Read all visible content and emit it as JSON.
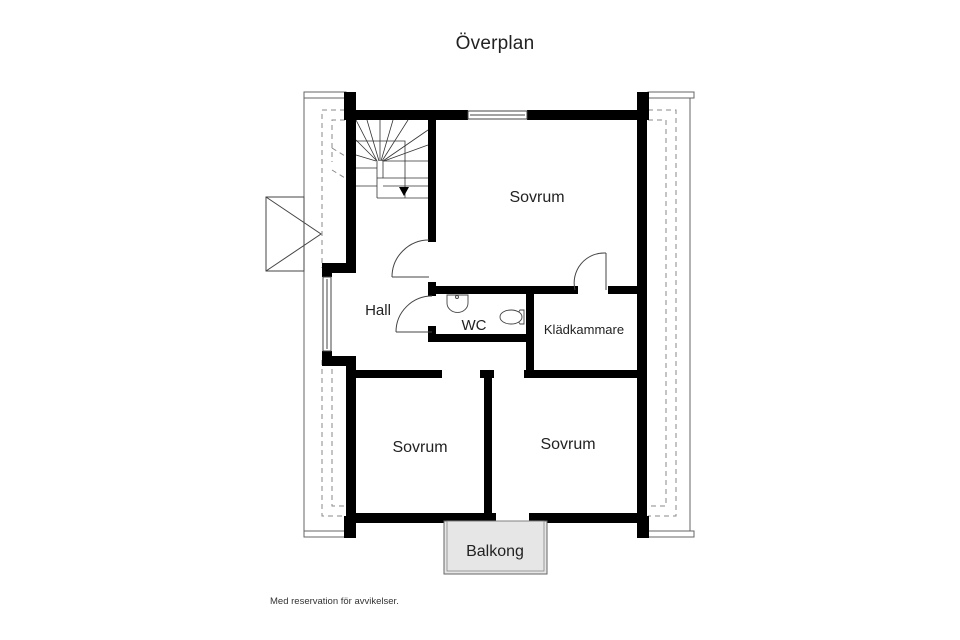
{
  "title": "Överplan",
  "disclaimer": "Med reservation för avvikelser.",
  "colors": {
    "wall": "#000000",
    "thin_line": "#444444",
    "dashed": "#888888",
    "balcony_fill": "#e6e6e6",
    "background": "#ffffff",
    "text": "#222222"
  },
  "rooms": [
    {
      "id": "sovrum-top",
      "label": "Sovrum"
    },
    {
      "id": "hall",
      "label": "Hall"
    },
    {
      "id": "wc",
      "label": "WC"
    },
    {
      "id": "kladkammare",
      "label": "Klädkammare"
    },
    {
      "id": "sovrum-bottom-left",
      "label": "Sovrum"
    },
    {
      "id": "sovrum-bottom-right",
      "label": "Sovrum"
    },
    {
      "id": "balkong",
      "label": "Balkong"
    }
  ]
}
